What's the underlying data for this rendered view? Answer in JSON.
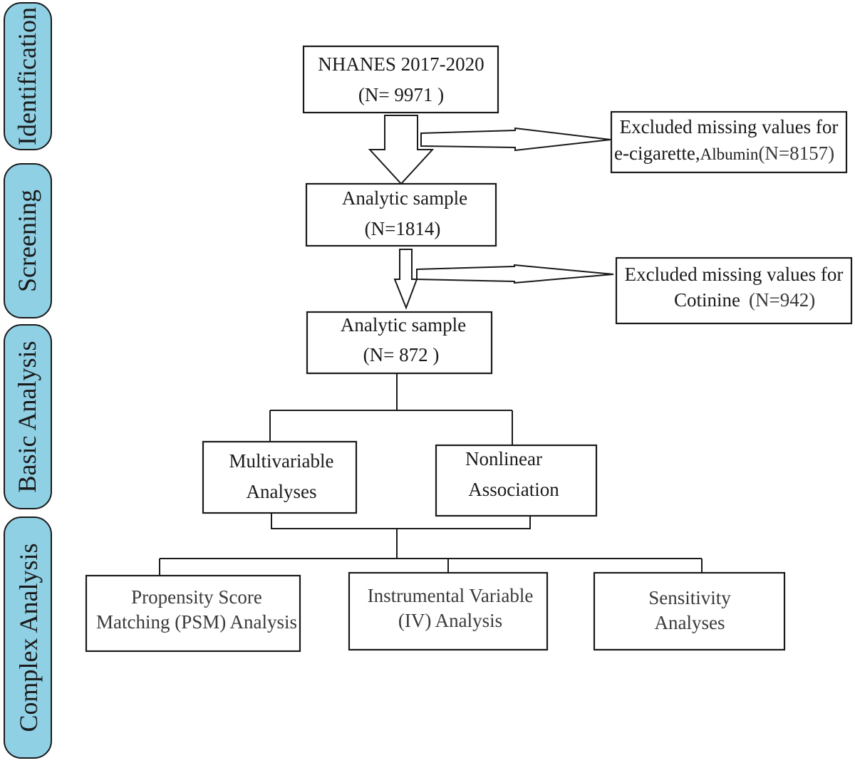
{
  "stages": [
    {
      "label": "Identification"
    },
    {
      "label": "Screening"
    },
    {
      "label": "Basic Analysis"
    },
    {
      "label": "Complex Analysis"
    }
  ],
  "boxes": {
    "nhanes": {
      "line1": "NHANES 2017-2020",
      "line2": "(N= 9971 )"
    },
    "exclusion1": {
      "line1": "Excluded missing values for",
      "line2a": "e-cigarette,",
      "line2b": "Albumin",
      "line2c": "(N=8157)"
    },
    "analytic1": {
      "line1": "Analytic sample",
      "line2": "(N=1814)"
    },
    "exclusion2": {
      "line1": "Excluded missing values for",
      "line2a": "Cotinine",
      "line2b": "(N=942)"
    },
    "analytic2": {
      "line1": "Analytic sample",
      "line2": "(N= 872 )"
    },
    "multivariable": {
      "line1": "Multivariable",
      "line2": "Analyses"
    },
    "nonlinear": {
      "line1": "Nonlinear",
      "line2": "Association"
    },
    "psm": {
      "line1": "Propensity Score",
      "line2": "Matching (PSM) Analysis"
    },
    "iv": {
      "line1": "Instrumental Variable",
      "line2": "(IV) Analysis"
    },
    "sensitivity": {
      "line1": "Sensitivity",
      "line2": "Analyses"
    }
  },
  "colors": {
    "stage_fill": "#8fd0e4",
    "stroke": "#1a1a1a",
    "gray_text": "#3a3a3a"
  }
}
